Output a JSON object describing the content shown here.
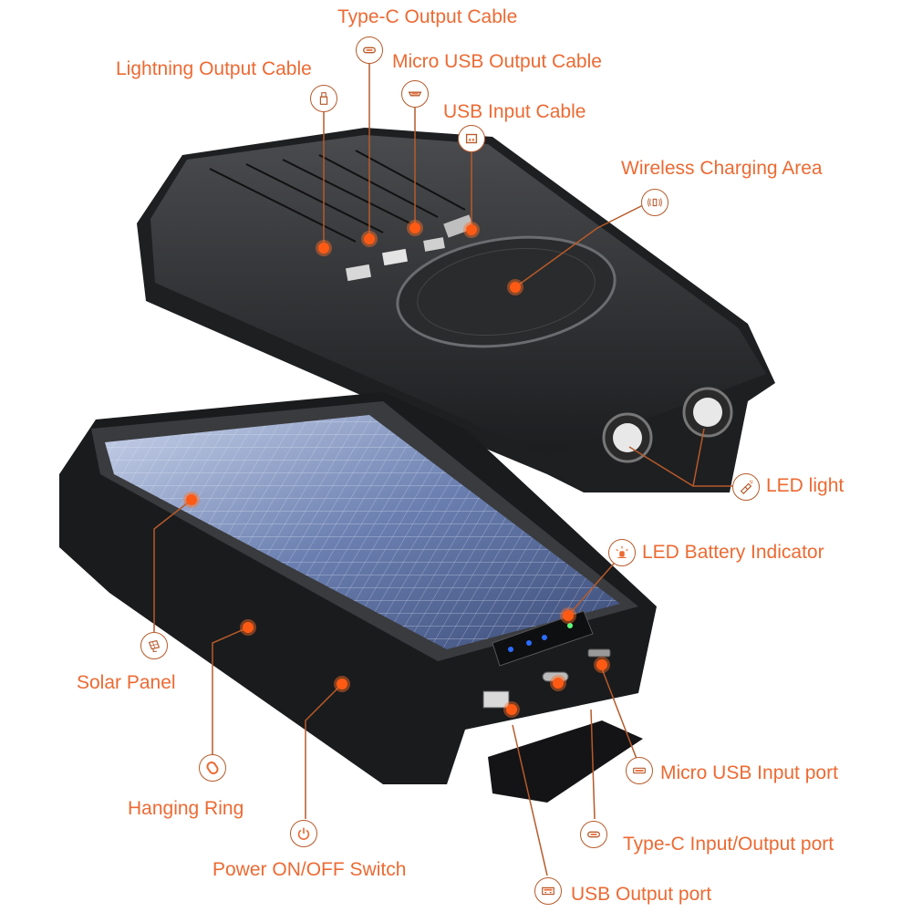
{
  "colors": {
    "label": "#ec6a33",
    "leader_line": "#b65a2a",
    "device_body": "#2b2c2e",
    "solar_panel": "#5b6f9c",
    "indicator_blue": "#2c6cff",
    "indicator_green": "#5cff7a"
  },
  "devices": [
    {
      "name": "power-bank-back",
      "features": [
        "retractable cables",
        "wireless charging pad",
        "dual LED flashlights"
      ]
    },
    {
      "name": "power-bank-front",
      "features": [
        "solar panel",
        "LED battery indicator",
        "ports under rubber flap"
      ]
    }
  ],
  "callouts": {
    "type_c_output_cable": {
      "label": "Type-C Output Cable",
      "icon": "type-c-icon"
    },
    "lightning_output_cable": {
      "label": "Lightning Output Cable",
      "icon": "lightning-connector-icon"
    },
    "micro_usb_output_cable": {
      "label": "Micro USB Output Cable",
      "icon": "micro-usb-icon"
    },
    "usb_input_cable": {
      "label": "USB Input Cable",
      "icon": "usb-a-icon"
    },
    "wireless_charging_area": {
      "label": "Wireless Charging Area",
      "icon": "wireless-charging-icon"
    },
    "led_light": {
      "label": "LED light",
      "icon": "flashlight-icon"
    },
    "led_battery_indicator": {
      "label": "LED Battery Indicator",
      "icon": "indicator-lamp-icon"
    },
    "solar_panel": {
      "label": "Solar Panel",
      "icon": "solar-panel-icon"
    },
    "hanging_ring": {
      "label": "Hanging Ring",
      "icon": "carabiner-icon"
    },
    "power_switch": {
      "label": "Power ON/OFF Switch",
      "icon": "power-icon"
    },
    "micro_usb_input_port": {
      "label": "Micro USB Input port",
      "icon": "micro-usb-icon"
    },
    "type_c_io_port": {
      "label": "Type-C Input/Output port",
      "icon": "type-c-icon"
    },
    "usb_output_port": {
      "label": "USB Output port",
      "icon": "usb-a-icon"
    }
  }
}
